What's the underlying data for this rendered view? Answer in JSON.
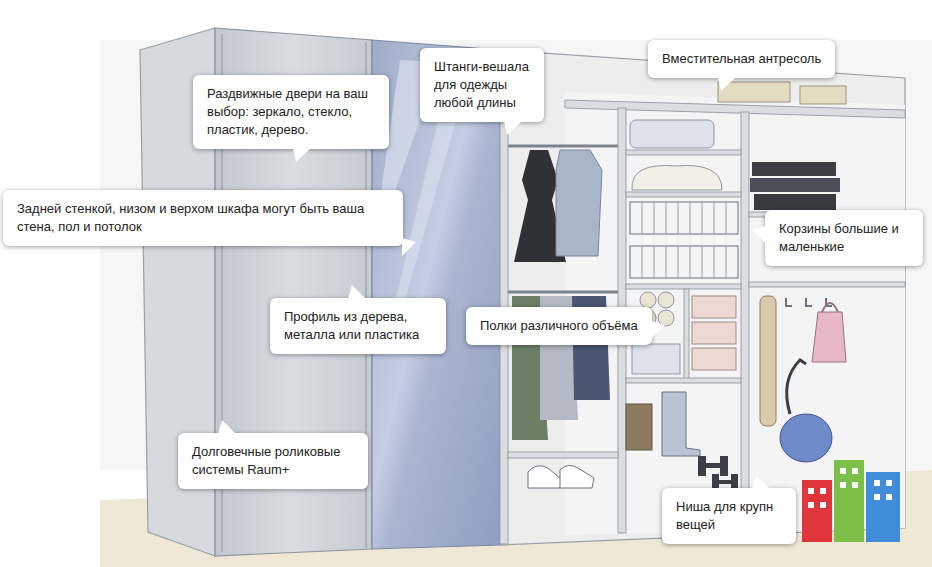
{
  "diagram": {
    "nodes": [
      {
        "text": [
          "Штанги-вешала для одежды любой длины"
        ]
      },
      {
        "text": [
          "Вместительная антресоль"
        ]
      },
      {
        "text": [
          "Раздвижные двери на ваш выбор: зеркало, стекло, пластик, дерево."
        ]
      },
      {
        "text": [
          "Задней стенкой, низом и верхом шкафа могут быть ваша стена, пол и потолок"
        ]
      },
      {
        "text": [
          "Корзины большие и маленькие"
        ]
      },
      {
        "text": [
          "Профиль из дерева, металла или пластика"
        ]
      },
      {
        "text": [
          "Полки различного объёма"
        ]
      },
      {
        "text": [
          "Долговечные роликовые системы Raum+"
        ]
      },
      {
        "text": [
          "Ниша для крупн вещей"
        ]
      }
    ]
  }
}
